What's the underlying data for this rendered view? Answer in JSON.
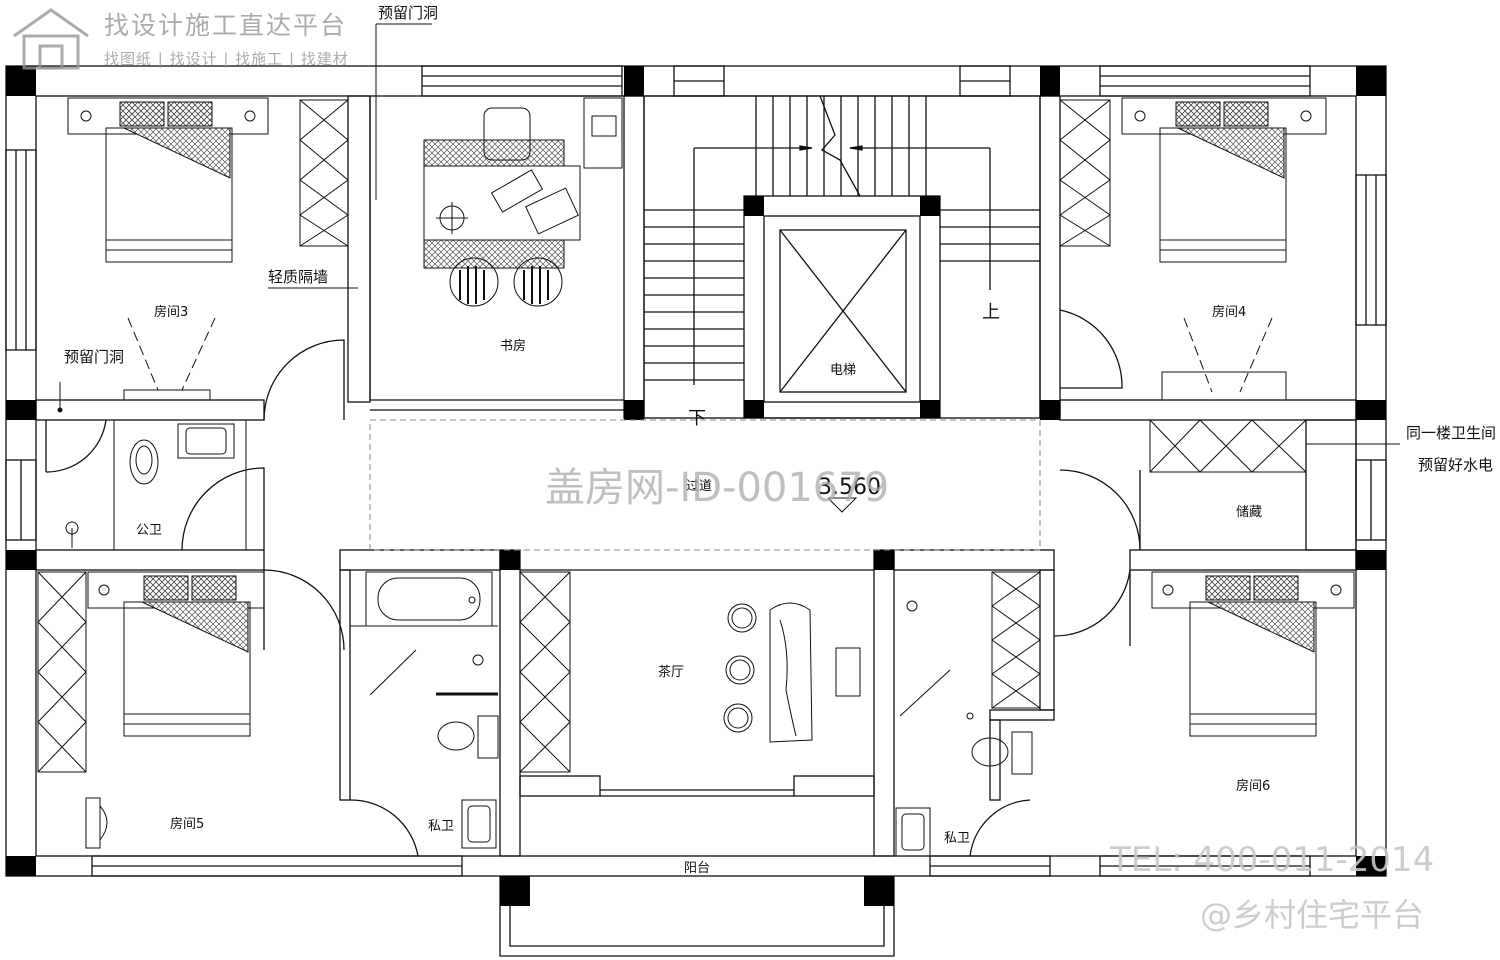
{
  "watermark": {
    "top_title": "找设计施工直达平台",
    "top_subtitle": "找图纸 | 找设计 | 找施工 | 找建材",
    "center": "盖房网-ID-001679",
    "tel": "TEL: 400-011-2014",
    "brand": "@乡村住宅平台"
  },
  "rooms": {
    "room3": "房间3",
    "study": "书房",
    "elevator": "电梯",
    "room4": "房间4",
    "public_wc": "公卫",
    "corridor": "过道",
    "storage": "储藏",
    "tea_room": "茶厅",
    "room5": "房间5",
    "private_wc_left": "私卫",
    "room6": "房间6",
    "private_wc_right": "私卫",
    "balcony": "阳台"
  },
  "annotations": {
    "door_opening_top": "预留门洞",
    "light_partition": "轻质隔墙",
    "door_opening_left": "预留门洞",
    "same_floor_bath_line1": "同一楼卫生间",
    "same_floor_bath_line2": "预留好水电",
    "stair_down": "下",
    "stair_up": "上",
    "level_mark": "3.560"
  },
  "colors": {
    "line": "#111111",
    "wall_fill": "#ffffff",
    "column_fill": "#000000",
    "hatch": "#555555",
    "dashed": "#888888",
    "watermark": "#a0a0a0"
  }
}
